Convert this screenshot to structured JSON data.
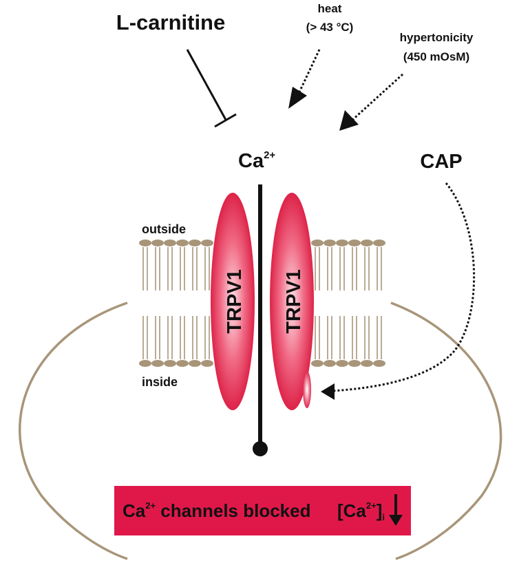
{
  "labels": {
    "l_carnitine": "L-carnitine",
    "heat_line1": "heat",
    "heat_line2": "(> 43 °C)",
    "hyper_line1": "hypertonicity",
    "hyper_line2": "(450 mOsM)",
    "cap": "CAP",
    "ca_base": "Ca",
    "ca_charge": "2+",
    "outside": "outside",
    "inside": "inside",
    "channel_left": "TRPV1",
    "channel_right": "TRPV1"
  },
  "banner": {
    "ca_base": "Ca",
    "ca_charge": "2+",
    "text": " channels blocked",
    "conc_open": "[Ca",
    "conc_charge": "2+",
    "conc_close": "]",
    "conc_sub": "i"
  },
  "colors": {
    "membrane": "#a89579",
    "channel_dark": "#e0284f",
    "channel_light": "#fde3e7",
    "banner": "#e0184a",
    "ink": "#111111"
  }
}
